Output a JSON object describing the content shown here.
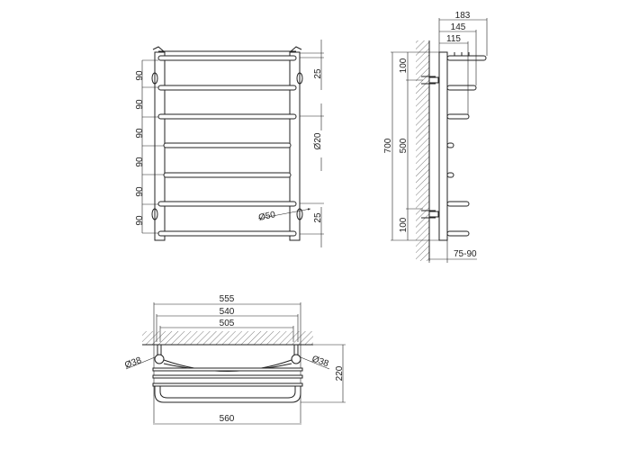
{
  "front_view": {
    "bar_spacing_labels": [
      "90",
      "90",
      "90",
      "90",
      "90",
      "90"
    ],
    "top_offset": "25",
    "tube_diameter": "Ø20",
    "bottom_offset": "25",
    "collector_diameter": "Ø50"
  },
  "side_view": {
    "depth_total": "183",
    "depth_mid": "145",
    "depth_short": "115",
    "height_total": "700",
    "mount_spacing": "500",
    "top_mount_offset": "100",
    "bottom_mount_offset": "100",
    "wall_distance": "75-90"
  },
  "top_view": {
    "width_outer": "555",
    "width_mid": "540",
    "width_mount": "505",
    "depth": "220",
    "collector_left": "Ø38",
    "collector_right": "Ø38",
    "width_total": "560"
  },
  "colors": {
    "line": "#222222",
    "background": "#ffffff"
  }
}
